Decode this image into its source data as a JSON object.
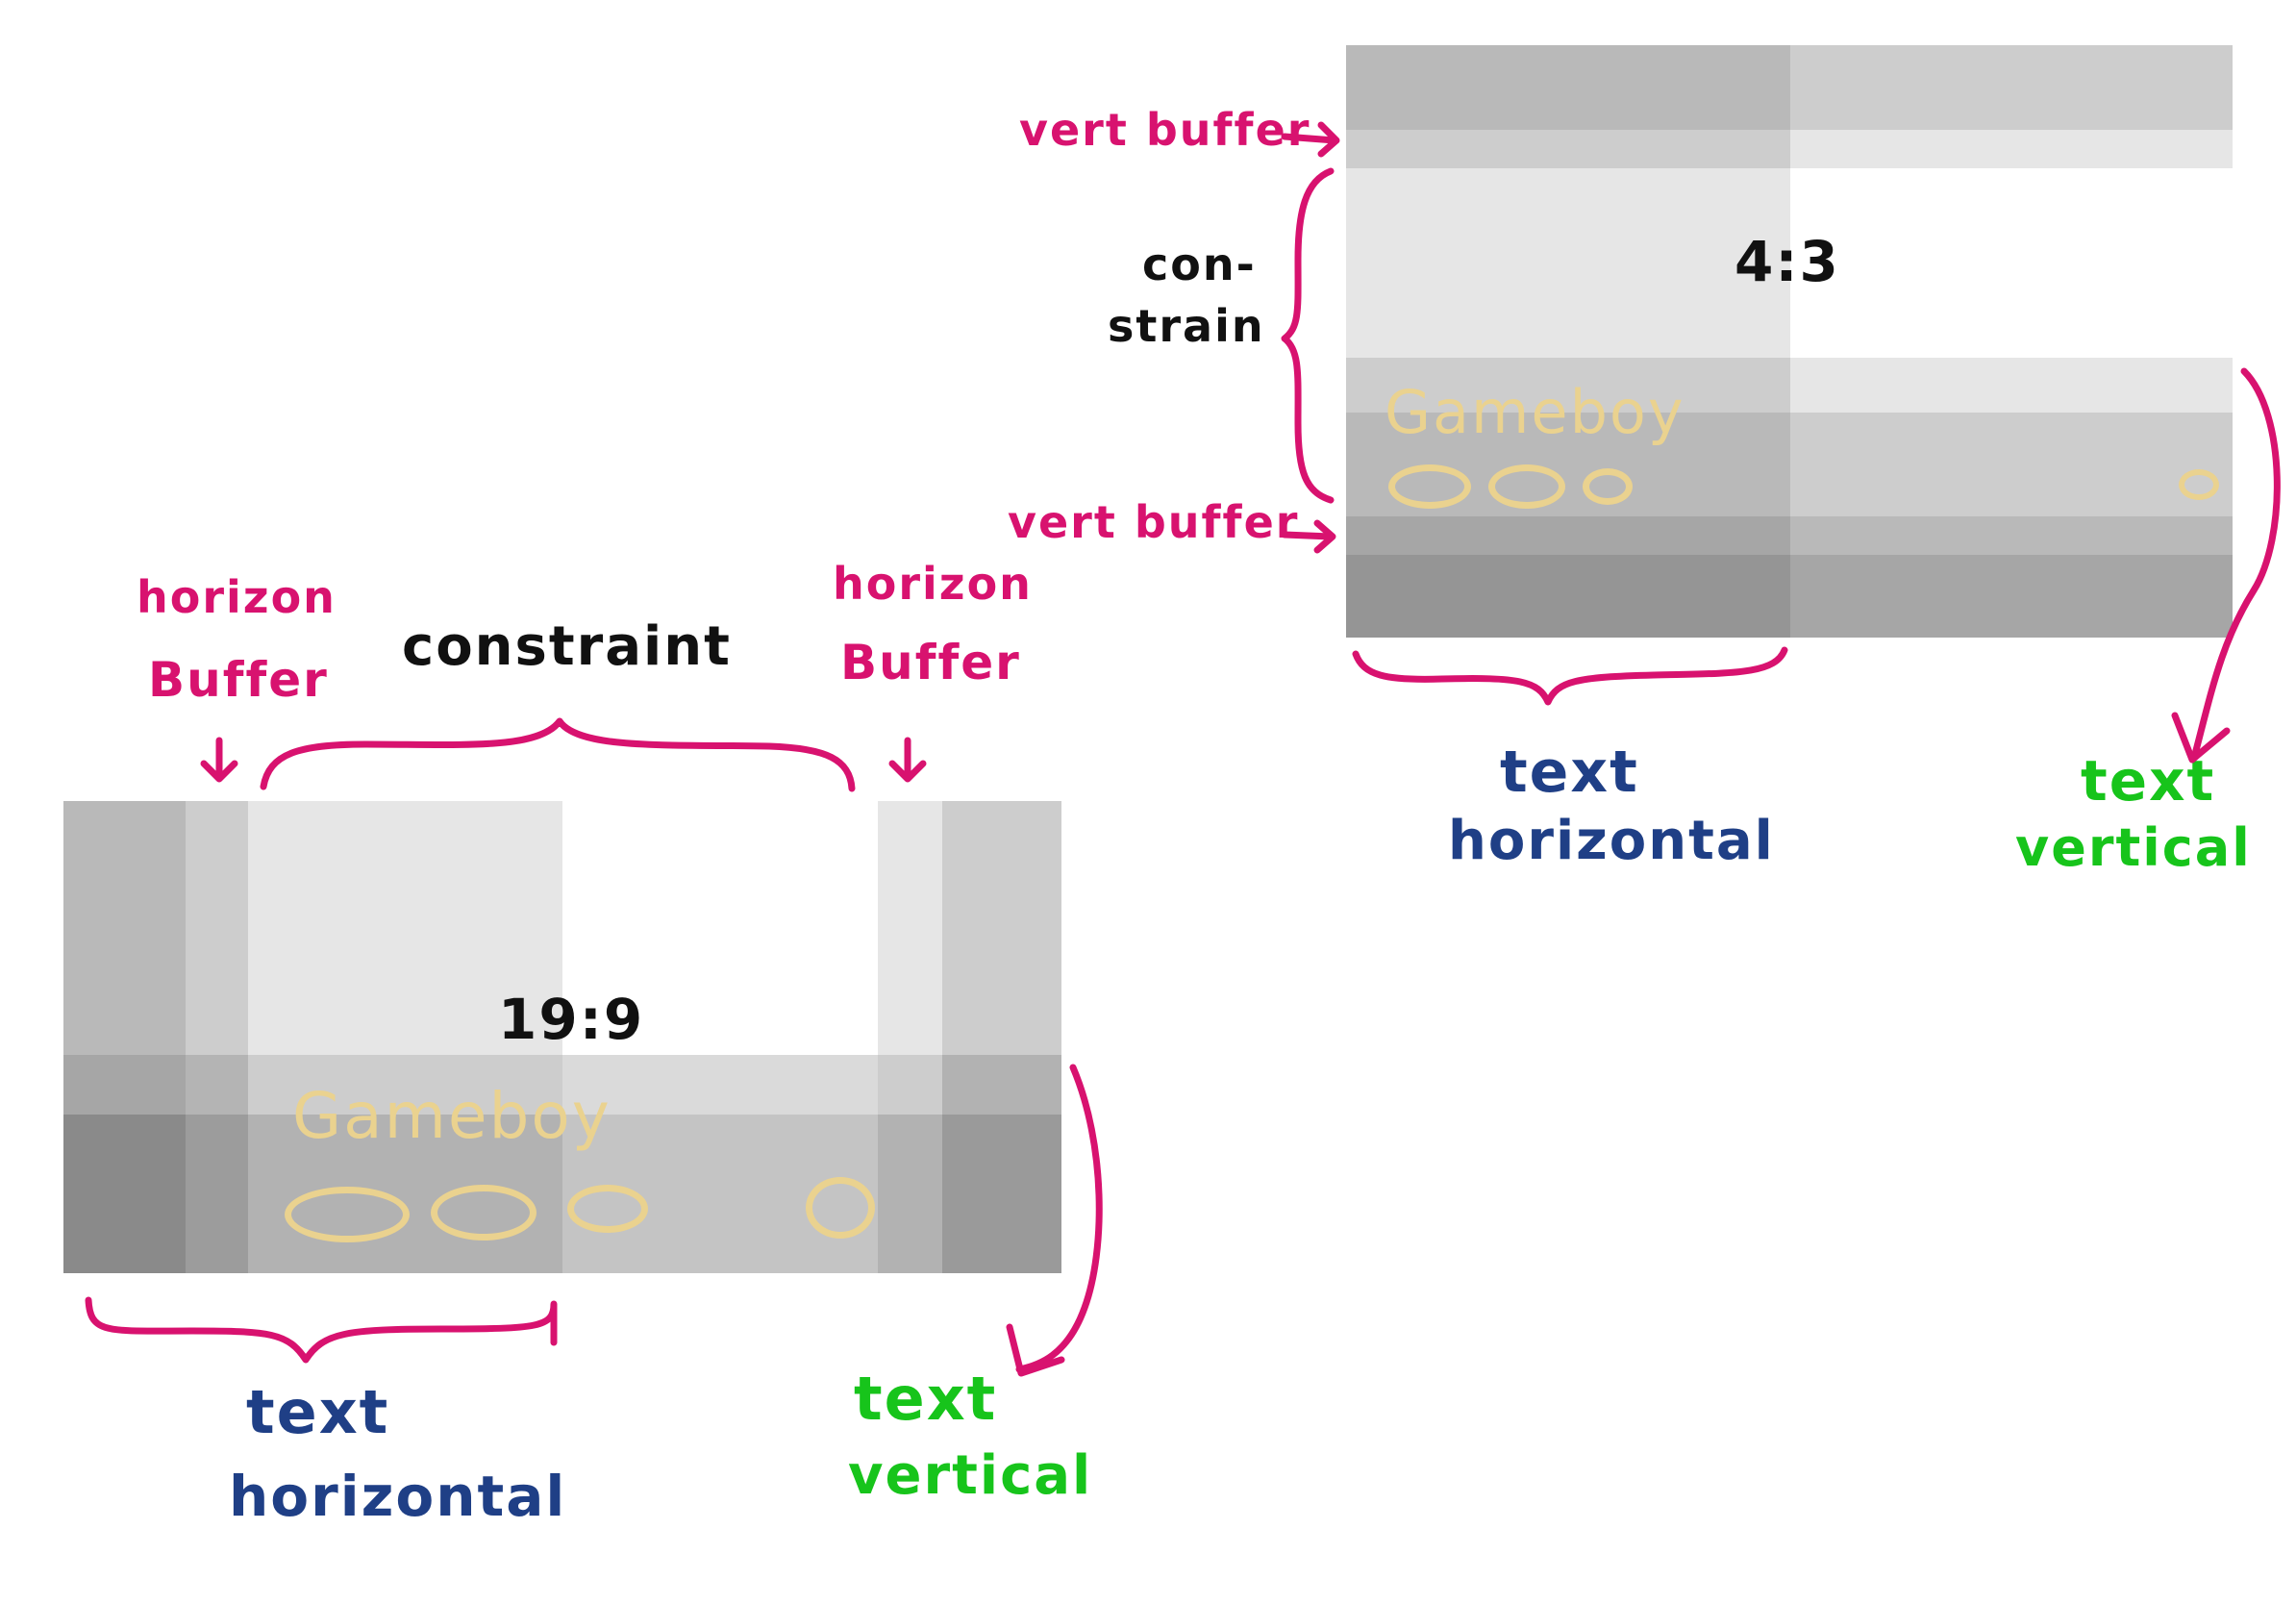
{
  "colors": {
    "annotation_pink": "#d8126f",
    "text_blue": "#1f3f86",
    "text_green": "#17c41b",
    "gameboy_gold": "#ead28f"
  },
  "diagram_16_9": {
    "ratio_label": "19:9",
    "gameboy_label": "Gameboy",
    "left_buffer_label": [
      "horizon",
      "Buffer"
    ],
    "right_buffer_label": [
      "horizon",
      "Buffer"
    ],
    "constraint_label": "constraint",
    "text_horizontal_label": [
      "text",
      "horizontal"
    ],
    "text_vertical_label": [
      "text",
      "vertical"
    ]
  },
  "diagram_4_3": {
    "ratio_label": "4:3",
    "gameboy_label": "Gameboy",
    "top_buffer_label": "vert buffer",
    "bottom_buffer_label": "vert buffer",
    "constraint_label": [
      "con-",
      "strain"
    ],
    "text_horizontal_label": [
      "text",
      "horizontal"
    ],
    "text_vertical_label": [
      "text",
      "vertical"
    ]
  }
}
